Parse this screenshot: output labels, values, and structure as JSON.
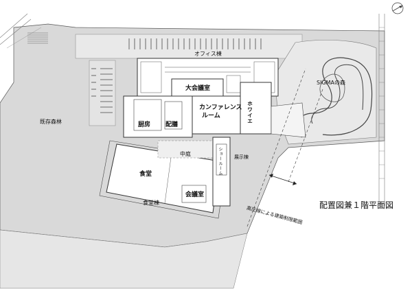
{
  "drawing_title": "配置図兼１階平面図",
  "labels": {
    "office_wing": "オフィス棟",
    "main_conference": "大会議室",
    "conference_room_line1": "カンファレンス",
    "conference_room_line2": "ルーム",
    "foyer": "ホワイエ",
    "kitchen": "厨房",
    "serving": "配膳",
    "existing_forest": "既存森林",
    "sigma_forest": "SIGMAの森",
    "courtyard": "中庭",
    "exhibition_wing": "展示棟",
    "showroom": "ショールーム",
    "cafeteria": "食堂",
    "meeting_room": "会議室",
    "cafeteria_wing": "食堂棟",
    "hv_limit": "高圧線による建築制限範囲"
  },
  "icons": {
    "north": "north-arrow-icon"
  },
  "colors": {
    "ground": "#dcdcdc",
    "site": "#ececec",
    "building": "#ffffff",
    "line": "#3a3a3a"
  }
}
